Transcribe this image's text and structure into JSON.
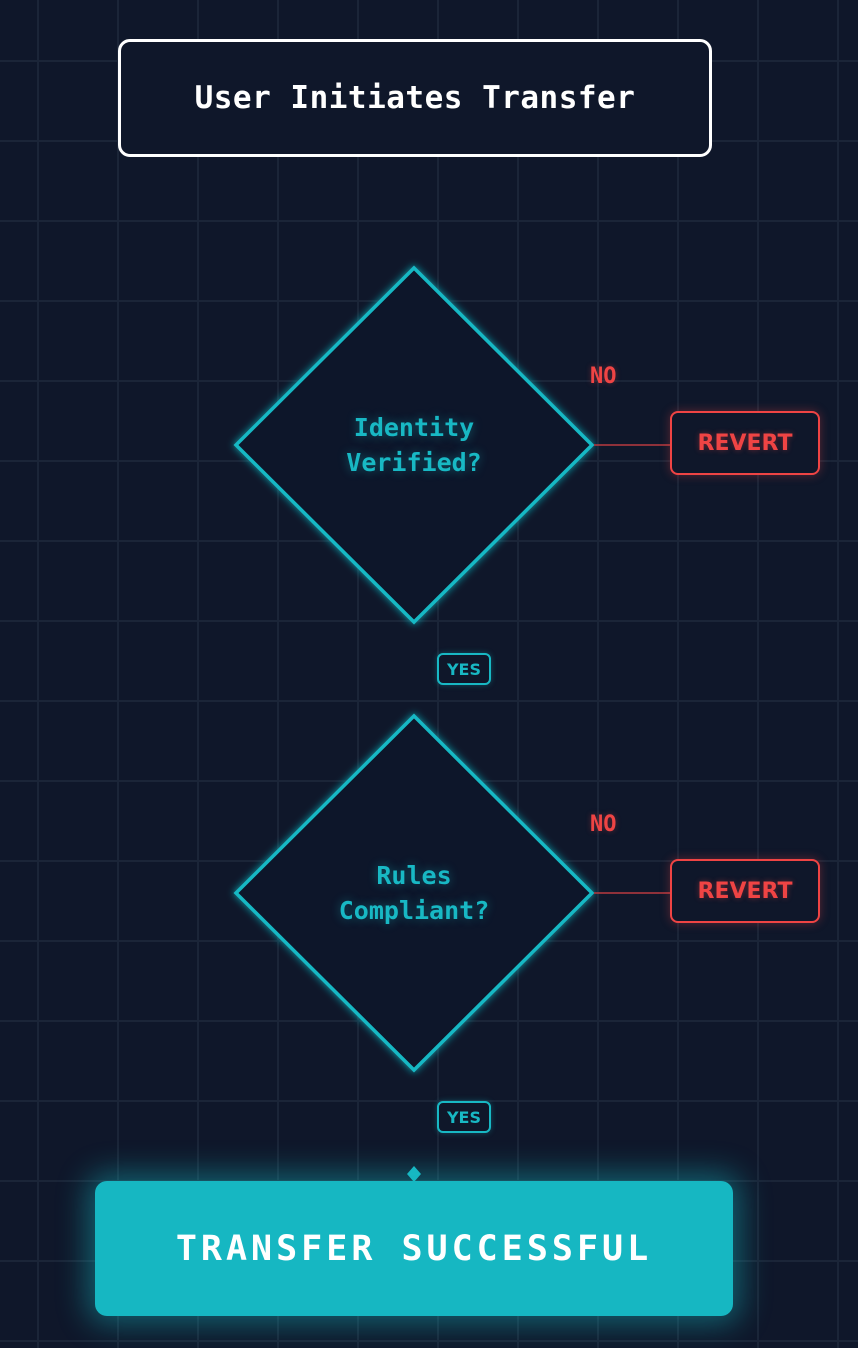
{
  "flowchart": {
    "start": {
      "label": "User Initiates Transfer"
    },
    "decisions": [
      {
        "line1": "Identity",
        "line2": "Verified?",
        "yes_label": "YES",
        "no_label": "NO",
        "no_target": "REVERT"
      },
      {
        "line1": "Rules",
        "line2": "Compliant?",
        "yes_label": "YES",
        "no_label": "NO",
        "no_target": "REVERT"
      }
    ],
    "end": {
      "label": "TRANSFER SUCCESSFUL"
    }
  },
  "colors": {
    "background": "#0f172a",
    "grid": "#1b2538",
    "accent": "#18b8c4",
    "success_fill": "#16b7c2",
    "failure": "#ef4444",
    "start_border": "#ffffff"
  }
}
